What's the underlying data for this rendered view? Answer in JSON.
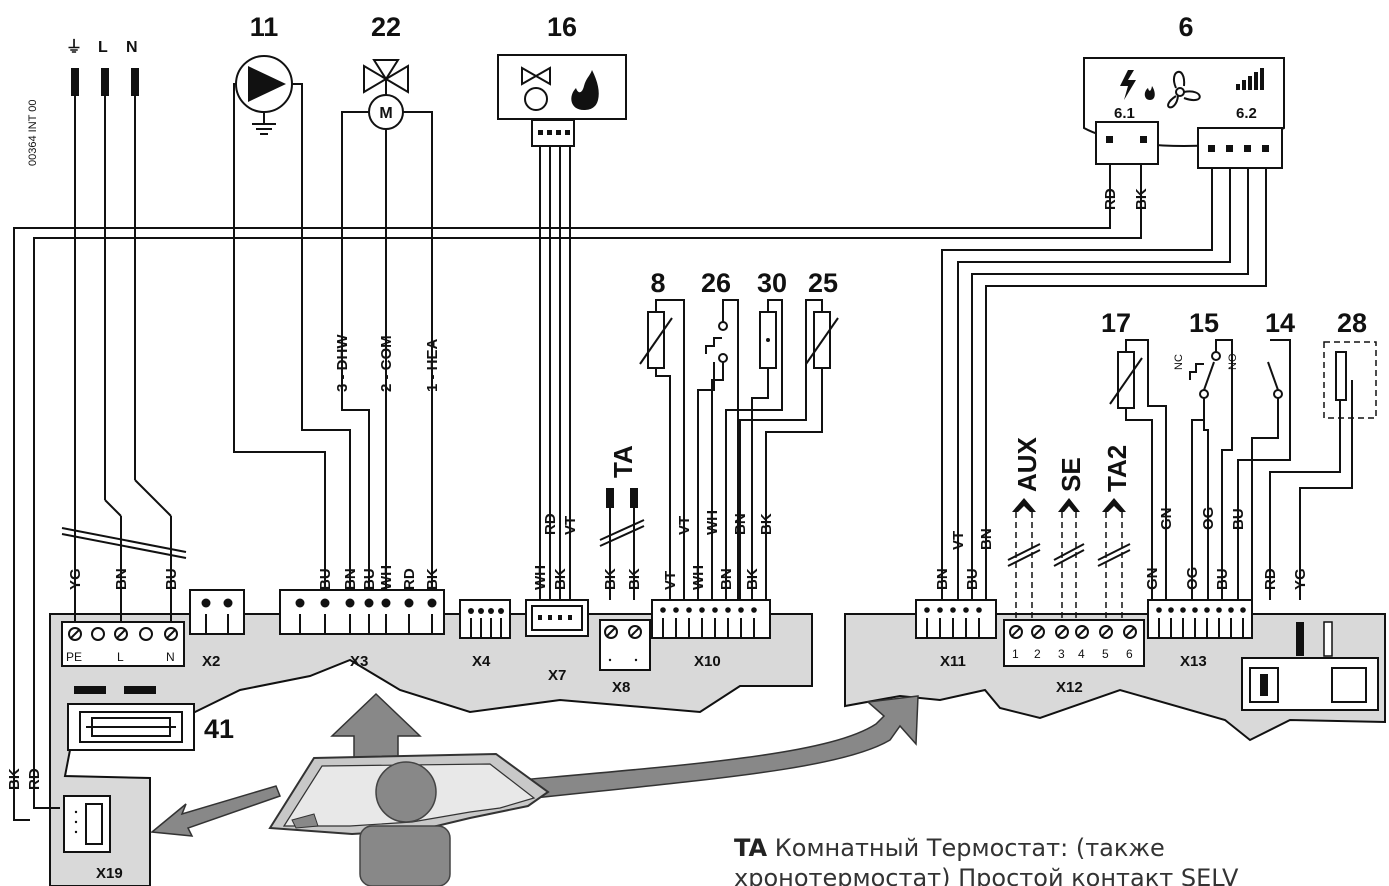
{
  "diagram": {
    "doc_code": "00364 INT 00",
    "mains": {
      "earth": "⏚",
      "line": "L",
      "neutral": "N"
    },
    "components": {
      "c11": "11",
      "c22": "22",
      "c16": "16",
      "c6": "6",
      "c6_1": "6.1",
      "c6_2": "6.2",
      "c8": "8",
      "c26": "26",
      "c30": "30",
      "c25": "25",
      "c17": "17",
      "c15": "15",
      "c14": "14",
      "c28": "28",
      "c41": "41",
      "valve_motor": "M"
    },
    "valve_labels": [
      "3 - DHW",
      "2 - COM",
      "1 - HEA"
    ],
    "switch_15": {
      "nc": "NC",
      "no": "NO"
    },
    "signals": {
      "ta": "TA",
      "aux": "AUX",
      "se": "SE",
      "ta2": "TA2"
    },
    "terminals": {
      "x2": "X2",
      "x3": "X3",
      "x4": "X4",
      "x7": "X7",
      "x8": "X8",
      "x10": "X10",
      "x11": "X11",
      "x12": "X12",
      "x13": "X13",
      "x19": "X19"
    },
    "x1_labels": {
      "pe": "PE",
      "l": "L",
      "n": "N"
    },
    "x12_numbers": [
      "1",
      "2",
      "3",
      "4",
      "5",
      "6"
    ],
    "wires": {
      "mains": [
        "YG",
        "BN",
        "BU"
      ],
      "x3": [
        "BU",
        "BN",
        "BU",
        "WH",
        "RD",
        "BK"
      ],
      "x7": [
        "WH",
        "RD",
        "BK",
        "VT"
      ],
      "x8": [
        "BK",
        "BK"
      ],
      "x10": [
        "VT",
        "VT",
        "WH",
        "WH",
        "BN",
        "BN",
        "BK",
        "BK"
      ],
      "x11": [
        "BN",
        "VT",
        "BU",
        "BN"
      ],
      "x13": [
        "GN",
        "GN",
        "OG",
        "OG",
        "BU",
        "BU"
      ],
      "right": [
        "RD",
        "YG"
      ],
      "fan": [
        "RD",
        "BK"
      ],
      "left": [
        "BK",
        "RD"
      ]
    },
    "caption": {
      "line1_bold": "TA",
      "line1": " Комнатный Термостат: (также",
      "line2": "хронотермостат) Простой контакт SELV"
    }
  }
}
